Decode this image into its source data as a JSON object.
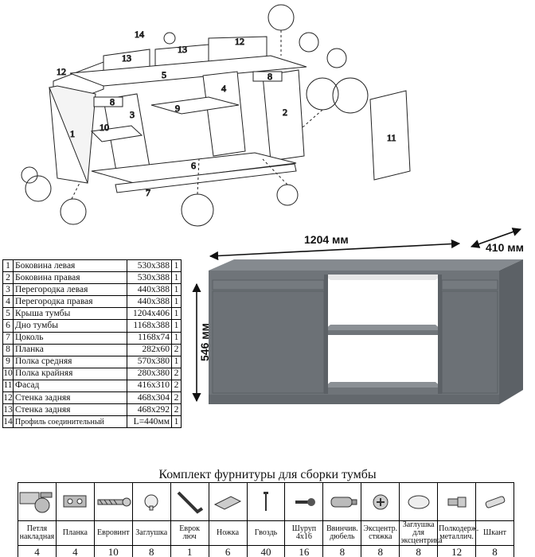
{
  "diagram": {
    "part_labels": [
      "1",
      "2",
      "3",
      "4",
      "5",
      "6",
      "7",
      "8",
      "8",
      "9",
      "10",
      "11",
      "12",
      "12",
      "13",
      "13",
      "14"
    ]
  },
  "parts": [
    {
      "n": "1",
      "name": "Боковина левая",
      "size": "530х388",
      "qty": "1"
    },
    {
      "n": "2",
      "name": "Боковина правая",
      "size": "530х388",
      "qty": "1"
    },
    {
      "n": "3",
      "name": "Перегородка левая",
      "size": "440х388",
      "qty": "1"
    },
    {
      "n": "4",
      "name": "Перегородка правая",
      "size": "440х388",
      "qty": "1"
    },
    {
      "n": "5",
      "name": "Крыша тумбы",
      "size": "1204х406",
      "qty": "1"
    },
    {
      "n": "6",
      "name": "Дно тумбы",
      "size": "1168х388",
      "qty": "1"
    },
    {
      "n": "7",
      "name": "Цоколь",
      "size": "1168х74",
      "qty": "1"
    },
    {
      "n": "8",
      "name": "Планка",
      "size": "282х60",
      "qty": "2"
    },
    {
      "n": "9",
      "name": "Полка средняя",
      "size": "570х380",
      "qty": "1"
    },
    {
      "n": "10",
      "name": "Полка крайняя",
      "size": "280х380",
      "qty": "2"
    },
    {
      "n": "11",
      "name": "Фасад",
      "size": "416х310",
      "qty": "2"
    },
    {
      "n": "12",
      "name": "Стенка задняя",
      "size": "468х304",
      "qty": "2"
    },
    {
      "n": "13",
      "name": "Стенка задняя",
      "size": "468х292",
      "qty": "2"
    },
    {
      "n": "14",
      "name": "Профиль соединительный",
      "size": "L=440мм",
      "qty": "1"
    }
  ],
  "product": {
    "width_label": "1204 мм",
    "depth_label": "410 мм",
    "height_label": "546 мм",
    "colors": {
      "body": "#6f7479",
      "body_light": "#858a8f",
      "body_dark": "#5c6166",
      "interior": "#ffffff"
    }
  },
  "hardware": {
    "title": "Комплект фурнитуры для сборки тумбы",
    "items": [
      {
        "icon": "hinge-icon",
        "name": "Петля накладная",
        "qty": "4"
      },
      {
        "icon": "mounting-plate-icon",
        "name": "Планка",
        "qty": "4"
      },
      {
        "icon": "euro-screw-icon",
        "name": "Евровинт",
        "qty": "10"
      },
      {
        "icon": "cap-icon",
        "name": "Заглушка",
        "qty": "8"
      },
      {
        "icon": "hex-key-icon",
        "name": "Еврок люч",
        "qty": "1"
      },
      {
        "icon": "furniture-foot-icon",
        "name": "Ножка",
        "qty": "6"
      },
      {
        "icon": "nail-icon",
        "name": "Гвоздь",
        "qty": "40"
      },
      {
        "icon": "screw-icon",
        "name": "Шуруп 4х16",
        "qty": "16"
      },
      {
        "icon": "screw-in-dowel-icon",
        "name": "Ввинчив. дюбель",
        "qty": "8"
      },
      {
        "icon": "cam-lock-icon",
        "name": "Эксцентр. стяжка",
        "qty": "8"
      },
      {
        "icon": "cam-cap-icon",
        "name": "Заглушка для эксцентрика",
        "qty": "8"
      },
      {
        "icon": "shelf-pin-icon",
        "name": "Полкодерж. металлич.",
        "qty": "12"
      },
      {
        "icon": "wood-dowel-icon",
        "name": "Шкант",
        "qty": "8"
      }
    ]
  }
}
